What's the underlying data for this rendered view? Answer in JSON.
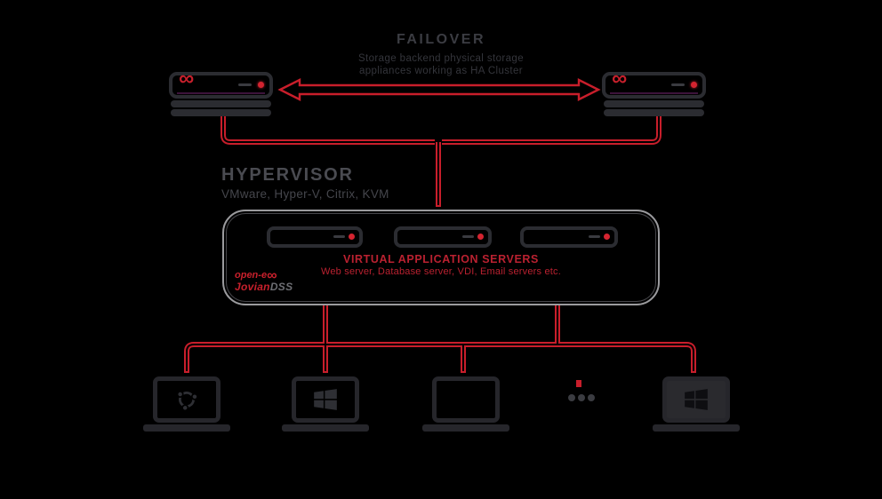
{
  "failover": {
    "title": "FAILOVER",
    "subtitle_line1": "Storage backend physical storage",
    "subtitle_line2": "appliances working as HA Cluster"
  },
  "hypervisor": {
    "title": "HYPERVISOR",
    "subtitle": "VMware, Hyper-V, Citrix, KVM"
  },
  "virtual_servers": {
    "title": "VIRTUAL APPLICATION SERVERS",
    "subtitle": "Web server, Database server, VDI, Email servers etc."
  },
  "brand": {
    "name": "open-e",
    "infinity_glyph": "∞",
    "product_jovian": "Jovian",
    "product_dss": "DSS"
  },
  "icons": {
    "open_e_logo": "infinity-swirl",
    "status_led": "red-dot",
    "ubuntu_logo": "circle-of-friends",
    "windows_logo": "window-grid",
    "ellipsis": "three-dots"
  },
  "clients": {
    "list": [
      "Ubuntu laptop",
      "Windows laptop",
      "Blank laptop",
      "more clients (ellipsis)",
      "Windows laptop (dark screen)"
    ],
    "ellipsis_dot_count": 3
  },
  "colors": {
    "background": "#000000",
    "accent_red": "#c81e2b",
    "text_red": "#ba2130",
    "shape_gray": "#2b2c31",
    "heading_gray": "#4a4b51",
    "box_border_gray": "#9b9b9e"
  }
}
